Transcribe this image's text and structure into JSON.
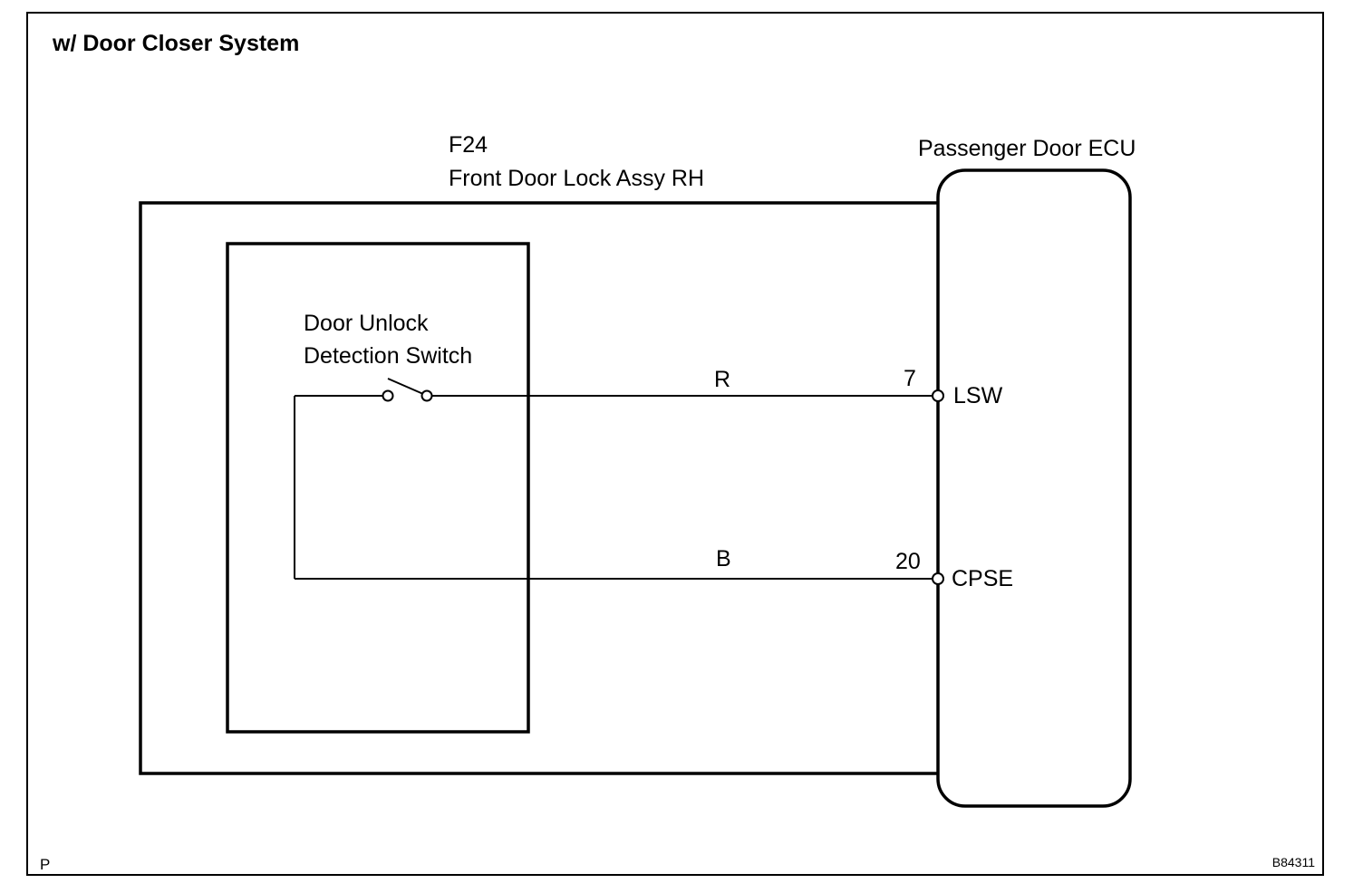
{
  "diagram": {
    "heading": "w/ Door Closer System",
    "connector": {
      "code": "F24",
      "name": "Front Door Lock Assy RH"
    },
    "ecu": {
      "name": "Passenger Door ECU"
    },
    "switch": {
      "line1": "Door Unlock",
      "line2": "Detection Switch"
    },
    "wires": [
      {
        "color_code": "R",
        "pin": "7",
        "terminal": "LSW"
      },
      {
        "color_code": "B",
        "pin": "20",
        "terminal": "CPSE"
      }
    ],
    "corner_left": "P",
    "figure_id": "B84311"
  }
}
